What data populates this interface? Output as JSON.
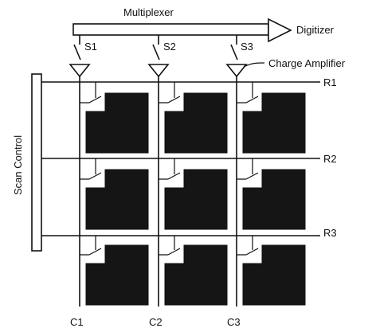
{
  "labels": {
    "multiplexer": "Multiplexer",
    "digitizer": "Digitizer",
    "charge_amplifier": "Charge Amplifier",
    "scan_control": "Scan Control"
  },
  "switches": [
    "S1",
    "S2",
    "S3"
  ],
  "rows": [
    "R1",
    "R2",
    "R3"
  ],
  "columns": [
    "C1",
    "C2",
    "C3"
  ],
  "colors": {
    "ink": "#111111",
    "pixel_fill": "#151515",
    "background": "#ffffff"
  }
}
